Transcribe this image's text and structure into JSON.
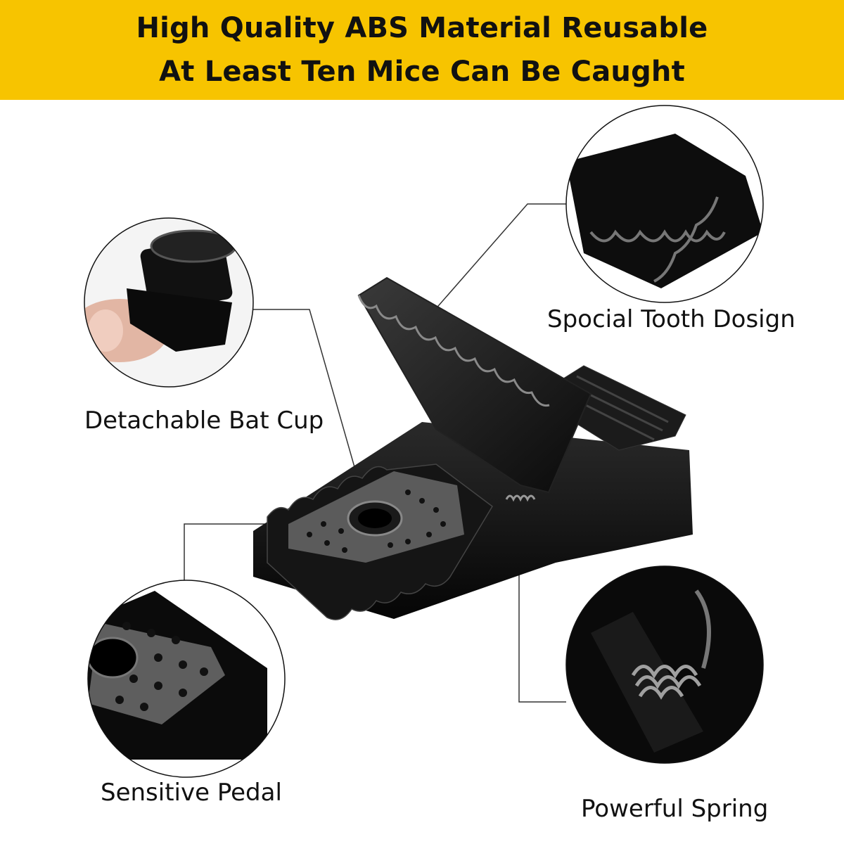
{
  "banner": {
    "line1": "High Quality ABS Material Reusable",
    "line2": "At Least Ten Mice Can Be Caught",
    "color": "#f7c400"
  },
  "callouts": {
    "bait_cup": "Detachable Bat Cup",
    "teeth": "Spocial Tooth Dosign",
    "pedal": "Sensitive Pedal",
    "spring": "Powerful Spring"
  }
}
